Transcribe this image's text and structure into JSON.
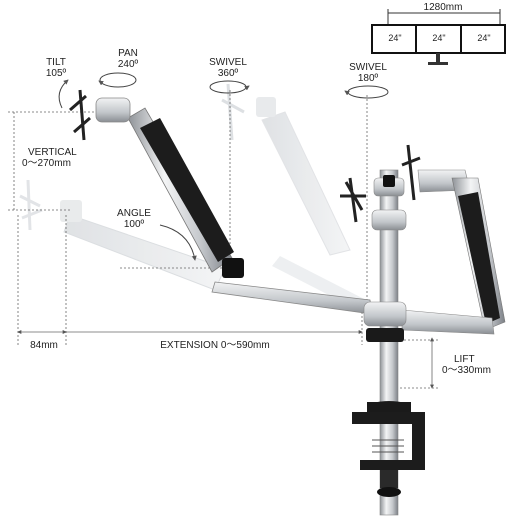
{
  "labels": {
    "tilt": "TILT",
    "tilt_value": "105º",
    "pan": "PAN",
    "pan_value": "240º",
    "swivel_upper": "SWIVEL",
    "swivel_upper_value": "360º",
    "swivel_right": "SWIVEL",
    "swivel_right_value": "180º",
    "vertical": "VERTICAL",
    "vertical_value": "0～270mm",
    "angle": "ANGLE",
    "angle_value": "100º",
    "depth": "84mm",
    "extension": "EXTENSION 0～590mm",
    "lift": "LIFT",
    "lift_value": "0～330mm"
  },
  "inset": {
    "width_label": "1280mm",
    "screens": [
      "24\"",
      "24\"",
      "24\""
    ]
  },
  "colors": {
    "arm_silver": "#c8ccd0",
    "arm_dark": "#1b1b1b",
    "ghost": "#e4e6e8",
    "line": "#555555",
    "text": "#222222"
  }
}
